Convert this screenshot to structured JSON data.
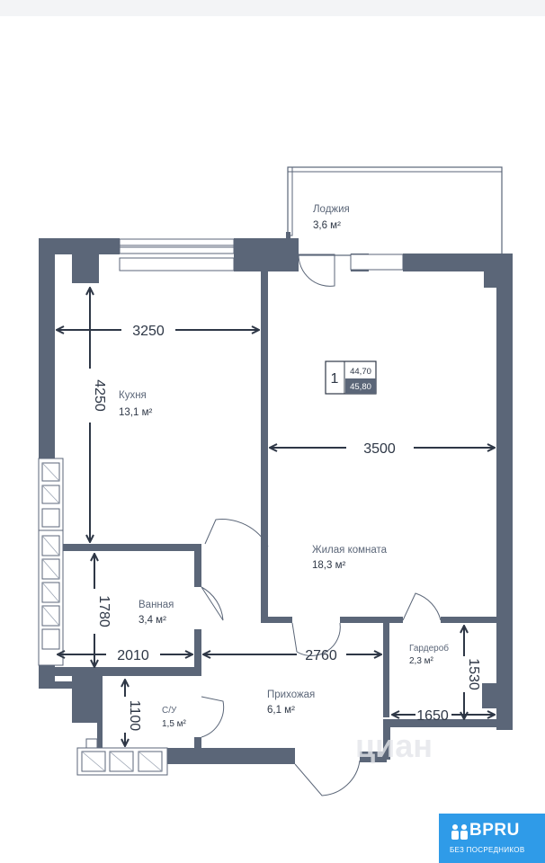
{
  "rooms": {
    "loggia": {
      "name": "Лоджия",
      "area": "3,6 м²"
    },
    "kitchen": {
      "name": "Кухня",
      "area": "13,1 м²"
    },
    "living": {
      "name": "Жилая комната",
      "area": "18,3 м²"
    },
    "bathroom": {
      "name": "Ванная",
      "area": "3,4 м²"
    },
    "wardrobe": {
      "name": "Гардероб",
      "area": "2,3 м²"
    },
    "toilet": {
      "name": "С/У",
      "area": "1,5 м²"
    },
    "hallway": {
      "name": "Прихожая",
      "area": "6,1 м²"
    }
  },
  "dimensions": {
    "kitchen_width": "3250",
    "kitchen_length": "4250",
    "living_width": "3500",
    "bath_height": "1780",
    "bath_width": "2010",
    "hall_width": "2760",
    "wardrobe_height": "1530",
    "wardrobe_width": "1650",
    "toilet_height": "1100"
  },
  "badge": {
    "rooms": "1",
    "area_living": "44,70",
    "area_total": "45,80"
  },
  "watermark": "циан",
  "logo": {
    "brand": "BPRU",
    "tagline": "БЕЗ ПОСРЕДНИКОВ"
  },
  "colors": {
    "wall": "#5b6678",
    "dim": "#2e3746",
    "logo": "#2f9be8"
  }
}
